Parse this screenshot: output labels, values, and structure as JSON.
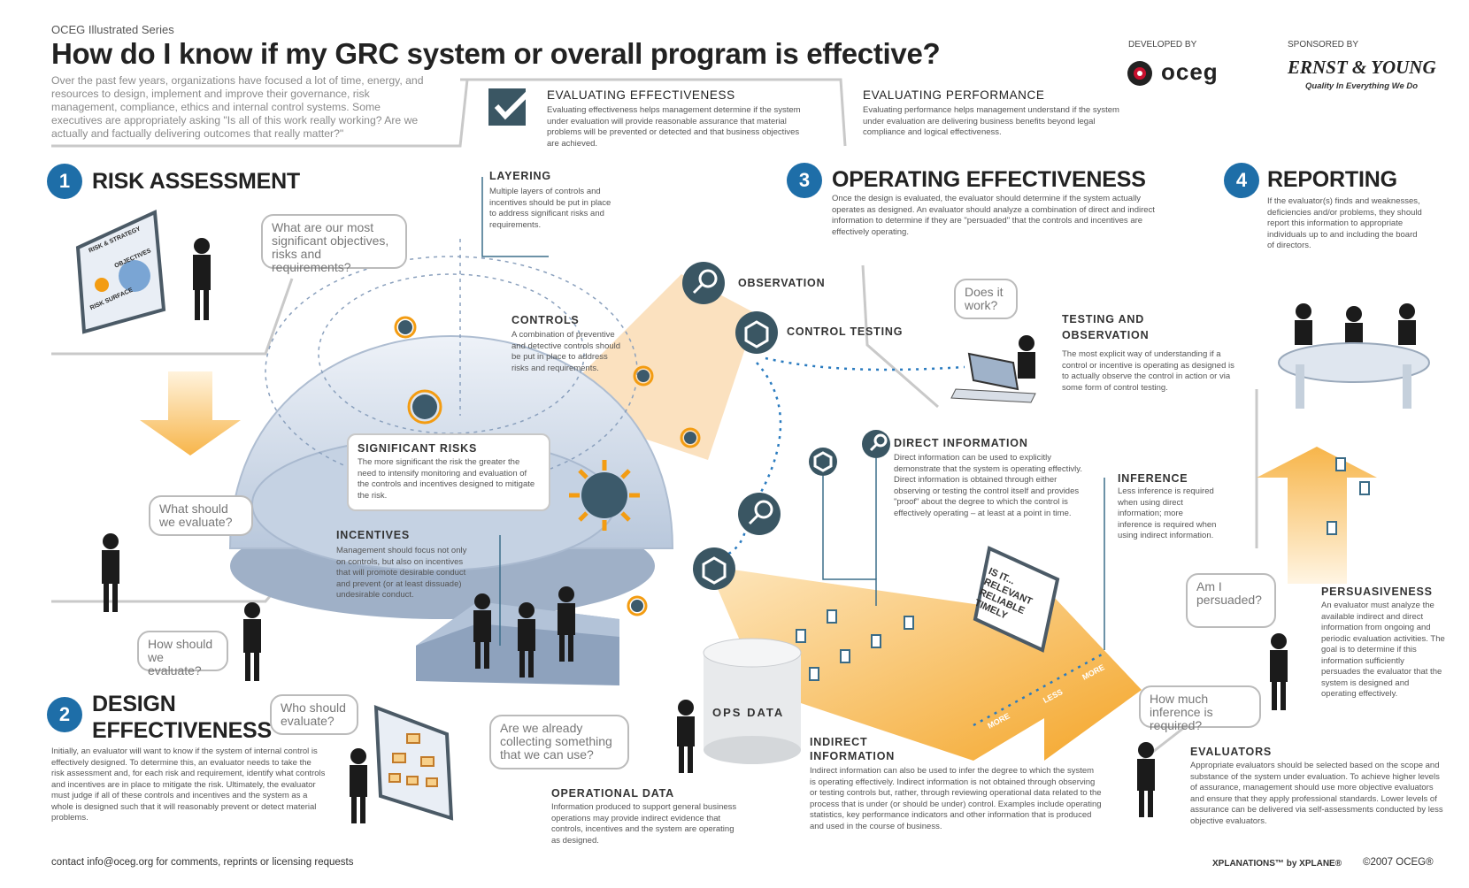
{
  "header": {
    "series": "OCEG Illustrated Series",
    "title": "How do I know if my GRC system or overall program is effective?",
    "intro": "Over the past few years, organizations have focused a lot of time, energy, and resources to design, implement and improve their governance, risk management, compliance, ethics and internal control systems. Some executives are appropriately asking \"Is all of this work really working? Are we actually and factually delivering outcomes that really matter?\"",
    "developed_by": "DEVELOPED BY",
    "oceg_logo": "oceg",
    "sponsored_by": "SPONSORED BY",
    "ey_logo": "ERNST & YOUNG",
    "ey_tagline": "Quality In Everything We Do"
  },
  "evaluating_effectiveness": {
    "title": "EVALUATING EFFECTIVENESS",
    "text": "Evaluating effectiveness helps management determine if the system under evaluation will provide reasonable assurance that material problems will be prevented or detected and that business objectives are achieved."
  },
  "evaluating_performance": {
    "title": "EVALUATING PERFORMANCE",
    "text": "Evaluating performance helps management understand if the system under evaluation are delivering business benefits beyond legal compliance and logical effectiveness."
  },
  "section1": {
    "number": "1",
    "title": "RISK ASSESSMENT",
    "bubble": "What are our most significant objectives, risks and requirements?"
  },
  "section2": {
    "number": "2",
    "title_line1": "DESIGN",
    "title_line2": "EFFECTIVENESS",
    "bubble": "Who should evaluate?",
    "text": "Initially, an evaluator will want to know if the system of internal control is effectively designed. To determine this, an evaluator needs to take the risk assessment and, for each risk and requirement, identify what controls and incentives are in place to mitigate the risk. Ultimately, the evaluator must judge if all of these controls and incentives and the system as a whole is designed such that it will reasonably prevent or detect material problems."
  },
  "section3": {
    "number": "3",
    "title": "OPERATING EFFECTIVENESS",
    "text": "Once the design is evaluated, the evaluator should determine if the system actually operates as designed. An evaluator should analyze a combination of direct and indirect information to determine if they are \"persuaded\" that the controls and incentives are effectively operating."
  },
  "section4": {
    "number": "4",
    "title": "REPORTING",
    "text": "If the evaluator(s) finds and weaknesses, deficiencies and/or problems, they should report this information to appropriate individuals up to and including the board of directors."
  },
  "layering": {
    "title": "LAYERING",
    "text": "Multiple layers of controls and incentives should be put in place to address significant risks and requirements."
  },
  "controls": {
    "title": "CONTROLS",
    "text": "A combination of preventive and detective controls should be put in place to address risks and requirements."
  },
  "significant_risks": {
    "title": "SIGNIFICANT RISKS",
    "text": "The more significant the risk the greater the need to intensify monitoring and evaluation of the controls and incentives designed to mitigate the risk."
  },
  "incentives": {
    "title": "INCENTIVES",
    "text": "Management should focus not only on controls, but also on incentives that will promote desirable conduct and prevent (or at least dissuade) undesirable conduct."
  },
  "observation": {
    "label": "OBSERVATION"
  },
  "control_testing": {
    "label": "CONTROL TESTING"
  },
  "testing_observation": {
    "title_line1": "TESTING AND",
    "title_line2": "OBSERVATION",
    "bubble": "Does it work?",
    "text": "The most explicit way of understanding if a control or incentive is operating as designed is to actually observe the control in action or via some form of control testing."
  },
  "direct_information": {
    "title": "DIRECT INFORMATION",
    "text": "Direct information can be used to explicitly demonstrate that the system is operating effectivly. Direct information is obtained through either observing or testing the control itself and provides \"proof\" about the degree to which the control is effectively operating – at least at a point in time."
  },
  "inference": {
    "title": "INFERENCE",
    "text": "Less inference is required when using direct information; more inference is required when using indirect information."
  },
  "sign": {
    "line1": "IS IT...",
    "line2": "RELEVANT",
    "line3": "RELIABLE",
    "line4": "TIMELY"
  },
  "arrow_labels": {
    "more_left": "MORE",
    "less": "LESS",
    "more_right": "MORE"
  },
  "indirect_information": {
    "title_line1": "INDIRECT",
    "title_line2": "INFORMATION",
    "text": "Indirect information can also be used to infer the degree to which the system is operating effectively. Indirect information is not obtained through observing or testing controls but, rather, through reviewing operational data related to the process that is under (or should be under) control. Examples include operating statistics, key performance indicators and other information that is produced and used in the course of business."
  },
  "ops_data": {
    "label": "OPS DATA"
  },
  "operational_data": {
    "title": "OPERATIONAL DATA",
    "bubble": "Are we already collecting something that we can use?",
    "text": "Information produced to support general business operations may provide indirect evidence that controls, incentives and the system are operating as designed."
  },
  "persuasiveness": {
    "title": "PERSUASIVENESS",
    "bubble": "Am I persuaded?",
    "text": "An evaluator must analyze the available indirect and direct information from ongoing and periodic evaluation activities. The goal is to determine if this information sufficiently persuades the evaluator that the system is designed and operating effectively."
  },
  "evaluators": {
    "title": "EVALUATORS",
    "bubble": "How much inference is required?",
    "text": "Appropriate evaluators should be selected based on the scope and substance of the system under evaluation. To achieve higher levels of assurance, management should use more objective evaluators and ensure that they apply professional standards. Lower levels of assurance can be delivered via self-assessments conducted by less objective evaluators."
  },
  "left_bubbles": {
    "what": "What should we evaluate?",
    "how": "How should we evaluate?"
  },
  "board": {
    "line1": "RISK & STRATEGY",
    "line2": "OBJECTIVES",
    "line3": "RISK SURFACE"
  },
  "footer": {
    "contact": "contact info@oceg.org for comments, reprints or licensing requests",
    "xplane": "XPLANATIONS™ by XPLANE®",
    "copyright": "©2007 OCEG®"
  },
  "colors": {
    "accent_blue": "#1e6ea8",
    "orange": "#f5a623",
    "dark_teal": "#3a5663",
    "dome": "#c9d6e8"
  }
}
